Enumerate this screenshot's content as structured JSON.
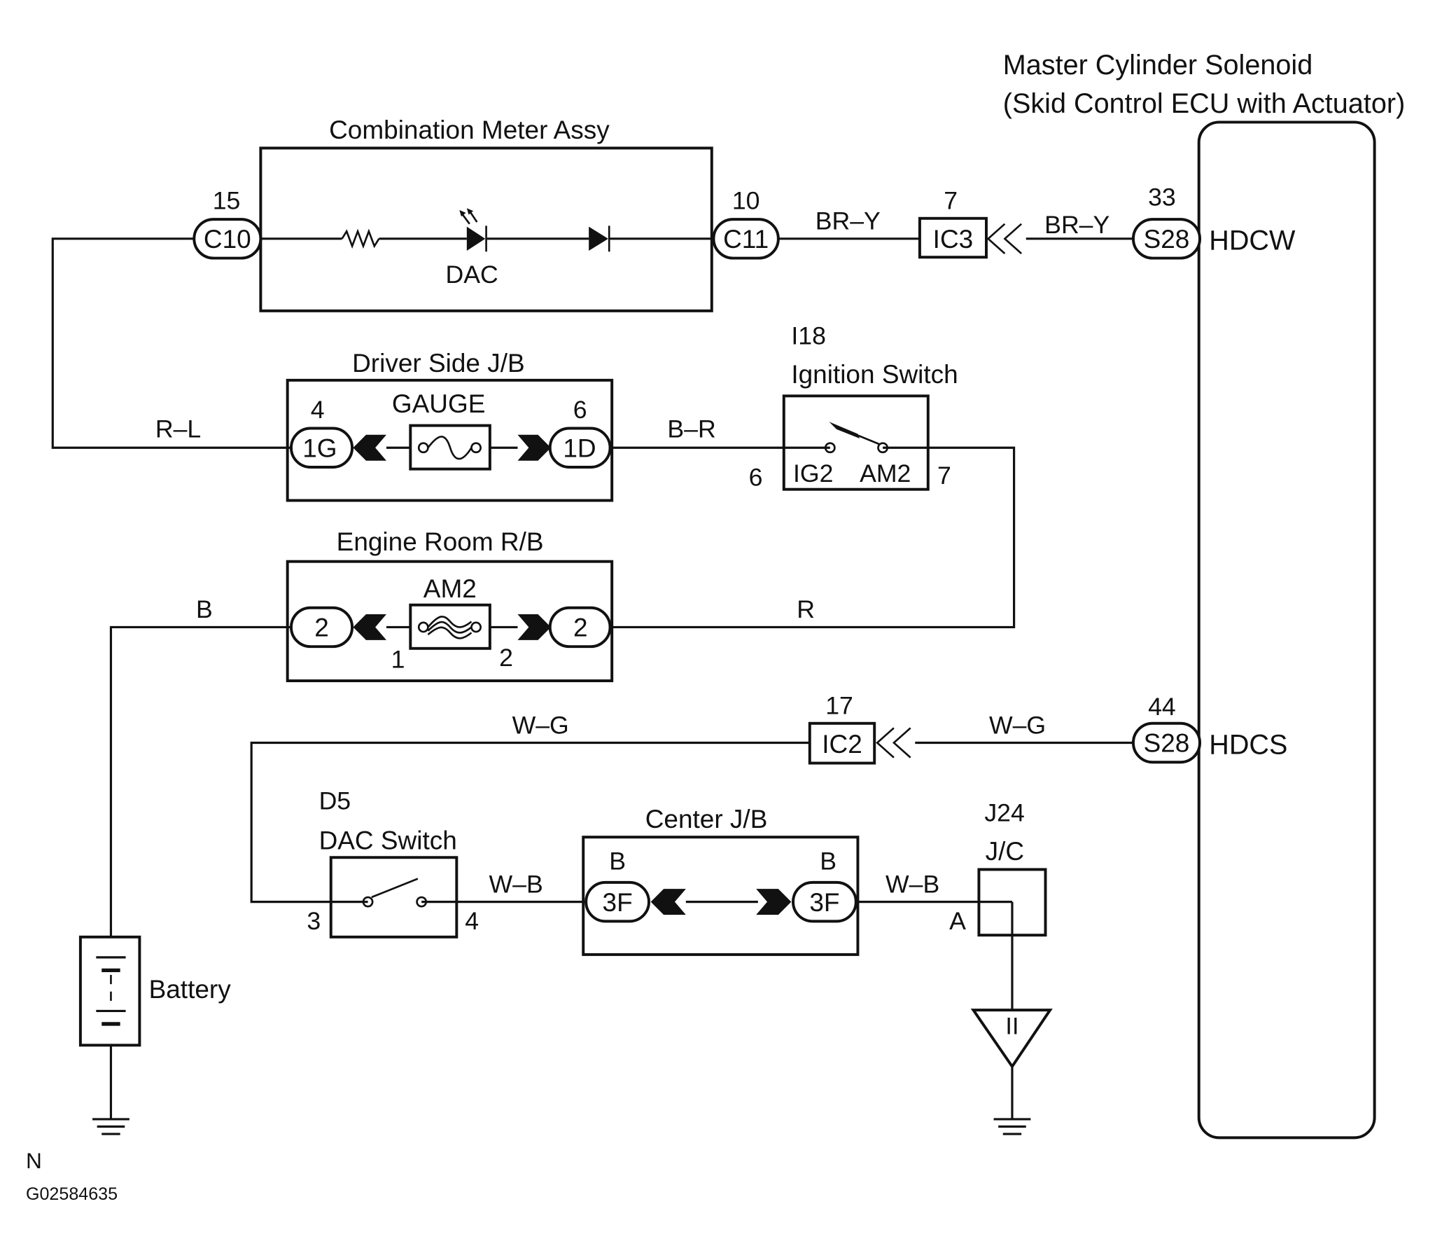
{
  "ecu": {
    "title_line1": "Master Cylinder Solenoid",
    "title_line2": "(Skid Control ECU with Actuator)",
    "terminal_hdcw": "HDCW",
    "terminal_hdcs": "HDCS"
  },
  "combination_meter": {
    "title": "Combination Meter Assy",
    "dac_label": "DAC",
    "left_connector": "C10",
    "left_pin": "15",
    "right_connector": "C11",
    "right_pin": "10"
  },
  "wire_colors": {
    "br_y_left": "BR–Y",
    "br_y_right": "BR–Y",
    "r_l": "R–L",
    "b_r": "B–R",
    "b": "B",
    "r": "R",
    "w_g_left": "W–G",
    "w_g_right": "W–G",
    "w_b_left": "W–B",
    "w_b_right": "W–B"
  },
  "ic3": {
    "label": "IC3",
    "pin": "7"
  },
  "s28_top": {
    "label": "S28",
    "pin": "33"
  },
  "ic2": {
    "label": "IC2",
    "pin": "17"
  },
  "s28_bottom": {
    "label": "S28",
    "pin": "44"
  },
  "driver_jb": {
    "title": "Driver Side J/B",
    "fuse": "GAUGE",
    "left_connector": "1G",
    "left_pin": "4",
    "right_connector": "1D",
    "right_pin": "6"
  },
  "ignition_switch": {
    "code": "I18",
    "title": "Ignition Switch",
    "ig2": "IG2",
    "am2": "AM2",
    "left_pin": "6",
    "right_pin": "7"
  },
  "engine_rb": {
    "title": "Engine Room R/B",
    "fuse": "AM2",
    "left_connector": "2",
    "right_connector": "2",
    "pin_1": "1",
    "pin_2": "2"
  },
  "dac_switch": {
    "code": "D5",
    "title": "DAC Switch",
    "left_pin": "3",
    "right_pin": "4"
  },
  "center_jb": {
    "title": "Center J/B",
    "left_connector": "3F",
    "right_connector": "3F",
    "left_pin": "B",
    "right_pin": "B"
  },
  "junction": {
    "code": "J24",
    "title": "J/C",
    "pin": "A",
    "ground_symbol": "II"
  },
  "battery": {
    "label": "Battery"
  },
  "footer": {
    "note": "N",
    "figure_id": "G02584635"
  }
}
